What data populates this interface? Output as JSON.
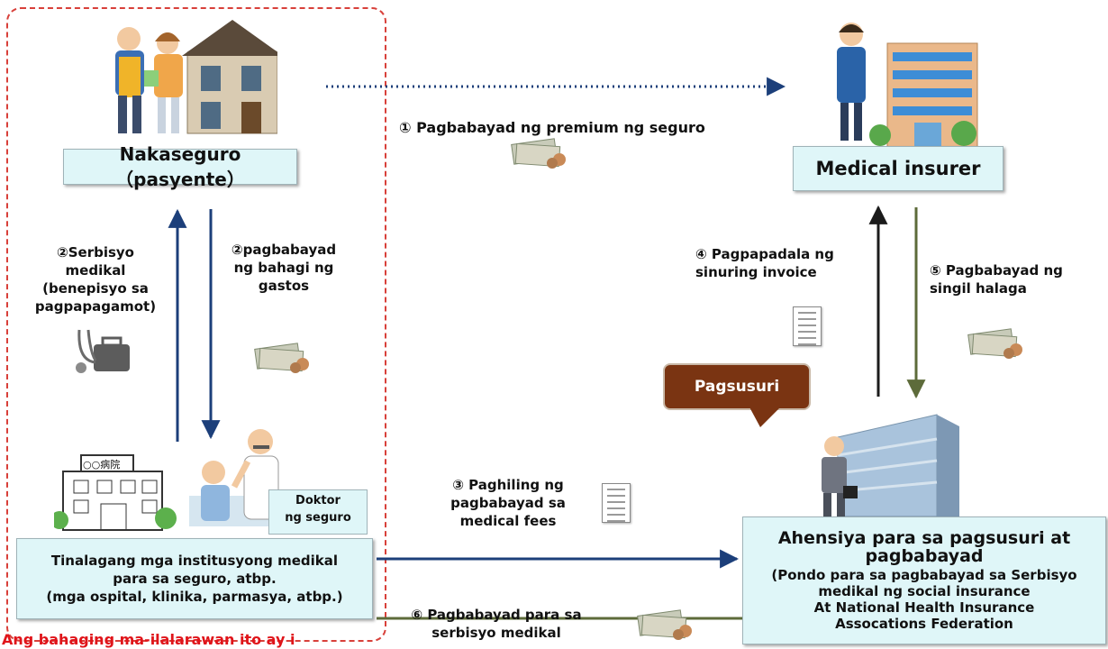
{
  "patient_box": {
    "label": "Nakaseguro（pasyente）"
  },
  "insurer_box": {
    "label": "Medical insurer"
  },
  "institution_box": {
    "lines": [
      "Tinalagang mga institusyong medikal",
      "para sa seguro, atbp.",
      "(mga ospital, klinika, parmasya, atbp.)"
    ]
  },
  "agency_box": {
    "title_lines": [
      "Ahensiya para sa pagsusuri at",
      "pagbabayad"
    ],
    "sub_lines": [
      "(Pondo para sa pagbabayad sa Serbisyo",
      "medikal ng social insurance",
      "At National Health Insurance",
      "Assocations Federation"
    ]
  },
  "doctor_label": {
    "lines": [
      "Doktor",
      "ng seguro"
    ]
  },
  "callout": {
    "label": "Pagsusuri"
  },
  "steps": {
    "s1": "① Pagbabayad ng premium ng seguro",
    "s2a": [
      "②Serbisyo",
      "medikal",
      "(benepisyo sa",
      "pagpapagamot)"
    ],
    "s2b": [
      "②pagbabayad",
      "ng bahagi ng",
      "gastos"
    ],
    "s3": [
      "③ Paghiling ng",
      "pagbabayad sa",
      "medical fees"
    ],
    "s4": [
      "④ Pagpapadala ng",
      "sinuring invoice"
    ],
    "s5": [
      "⑤ Pagbabayad ng",
      "singil halaga"
    ],
    "s6": [
      "⑥ Pagbabayad para sa",
      "serbisyo medikal"
    ]
  },
  "bottom_note": "Ang bahaging ma-ilalarawan ito ay i",
  "hospital_sign": "○○病院",
  "colors": {
    "box_fill": "#dff6f8",
    "arrow_blue": "#1c3f7a",
    "arrow_olive": "#5d6b3a",
    "dash_red": "#d8403a",
    "callout_brown": "#7a3412"
  }
}
